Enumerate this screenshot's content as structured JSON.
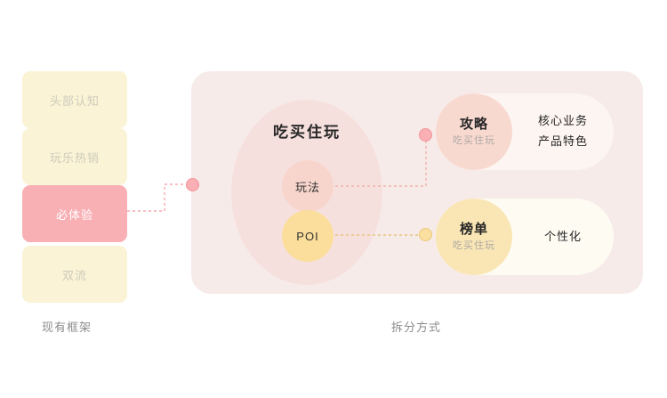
{
  "diagram": {
    "left_column": {
      "caption": "现有框架",
      "cards": [
        {
          "label": "头部认知",
          "state": "inactive"
        },
        {
          "label": "玩乐热销",
          "state": "inactive"
        },
        {
          "label": "必体验",
          "state": "active"
        },
        {
          "label": "双流",
          "state": "inactive"
        }
      ]
    },
    "right_panel": {
      "caption": "拆分方式",
      "cluster": {
        "title": "吃买住玩",
        "bubbles": [
          {
            "label": "玩法",
            "color": "#F8D5CC"
          },
          {
            "label": "POI",
            "color": "#FBDE9B"
          }
        ]
      },
      "outputs": [
        {
          "title": "攻略",
          "subtitle": "吃买住玩",
          "tags": [
            "核心业务",
            "产品特色"
          ],
          "circle_color": "#F8D9D0",
          "pill_color": "#FCF5F2"
        },
        {
          "title": "榜单",
          "subtitle": "吃买住玩",
          "tags": [
            "个性化"
          ],
          "circle_color": "#FAE6B4",
          "pill_color": "#FDFBF2"
        }
      ]
    },
    "colors": {
      "panel_bg": "#F7EBE9",
      "accent_pink": "#F8B0B5",
      "accent_yellow": "#FBDE9B",
      "card_yellow": "#FAF3D5",
      "muted_text": "#CFCBBD"
    }
  }
}
